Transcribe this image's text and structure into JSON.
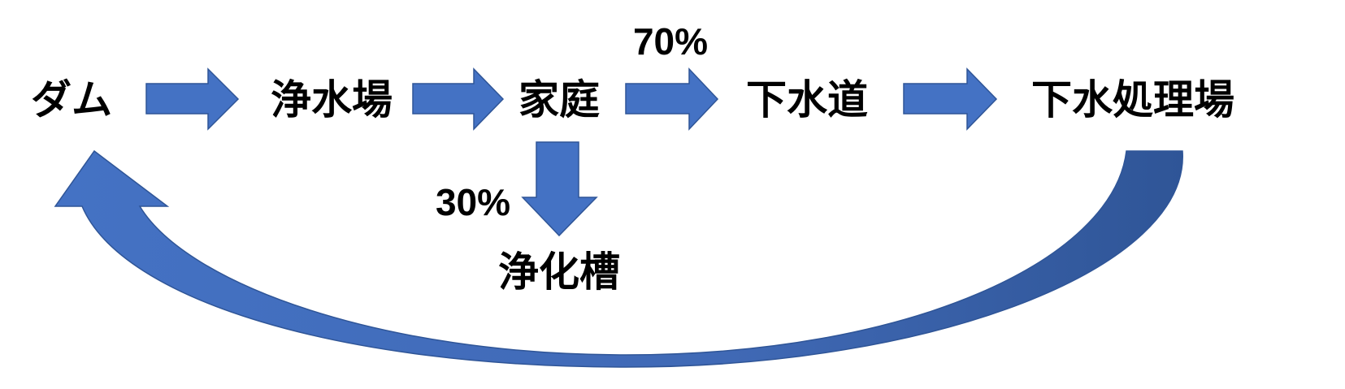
{
  "nodes": {
    "dam": "ダム",
    "water_purification_plant": "浄水場",
    "household": "家庭",
    "sewer": "下水道",
    "sewage_treatment_plant": "下水処理場",
    "septic_tank": "浄化槽"
  },
  "edges": {
    "household_to_sewer_pct": "70%",
    "household_to_septic_pct": "30%"
  },
  "colors": {
    "arrow_fill": "#4472C4",
    "arrow_dark": "#2F5597"
  }
}
